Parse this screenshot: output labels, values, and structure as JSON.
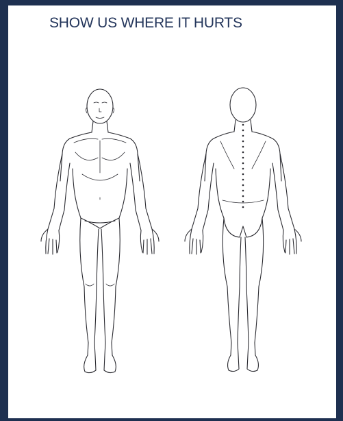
{
  "page": {
    "title": "SHOW US WHERE IT HURTS",
    "border_color": "#1e3050",
    "title_color": "#22345a",
    "line_color": "#2a2a30"
  },
  "figures": [
    {
      "view": "front"
    },
    {
      "view": "back"
    }
  ]
}
